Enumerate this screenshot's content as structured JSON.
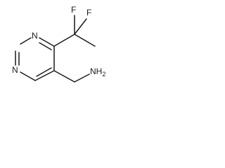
{
  "molecule": {
    "labels": {
      "n1": "N",
      "n2": "N",
      "f1": "F",
      "f2": "F",
      "nh2": "NH",
      "nh2_sub": "2"
    },
    "colors": {
      "bond": "#1a1a1a",
      "text": "#1a1a1a",
      "background": "#ffffff"
    }
  }
}
